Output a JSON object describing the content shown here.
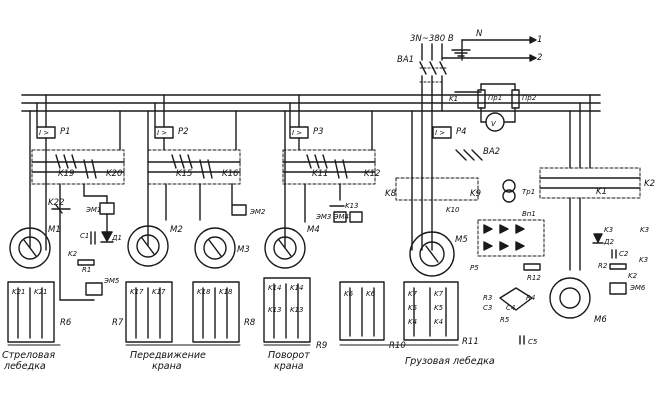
{
  "supply": {
    "voltage": "3N~380 В",
    "neutral": "N",
    "out1": "1",
    "out2": "2",
    "breaker": "ВА1"
  },
  "main_panel": {
    "fuse1": "Пр1",
    "fuse2": "Пр2",
    "meter": "V",
    "breaker2": "ВА2"
  },
  "relays": {
    "p1": "P1",
    "p2": "P2",
    "p3": "P3",
    "p4": "P4",
    "symbol": "I >"
  },
  "sections": [
    {
      "caption_line1": "Стреловая",
      "caption_line2": "лебедка",
      "contactor_a": "K19",
      "contactor_b": "K20",
      "aux_a": "K22",
      "aux_b": "K21",
      "aux_c": "K21",
      "motor": "M1",
      "brake": "ЭМ5",
      "resistor_bank": "R6",
      "c1": "C1",
      "d1": "Д1",
      "r1": "R1",
      "k2": "K2",
      "magnet": "ЭМ1"
    },
    {
      "caption_line1": "Передвижение",
      "caption_line2": "крана",
      "contactor_a": "K15",
      "contactor_b": "K16",
      "motor_a": "M2",
      "motor_b": "M3",
      "magnet": "ЭМ2",
      "bank_a_k1": "K17",
      "bank_a_k2": "K17",
      "bank_b_k1": "K18",
      "bank_b_k2": "K18",
      "resistor_a": "R7",
      "resistor_b": "R8"
    },
    {
      "caption_line1": "Поворот",
      "caption_line2": "крана",
      "contactor_a": "K11",
      "contactor_b": "K12",
      "aux_a": "K13",
      "motor": "M4",
      "magnets": "ЭМ3 ЭМ4",
      "bank_k1": "K14",
      "bank_k2": "K14",
      "bank_k3": "K13",
      "bank_k4": "K13",
      "resistor": "R9"
    },
    {
      "caption_line1": "Грузовая лебедка",
      "contactor_a": "K8",
      "contactor_b": "K9",
      "aux_a": "K10",
      "motor": "M5",
      "transformer": "Тр1",
      "rectifier": "Вп1",
      "r5": "P5",
      "r12": "R12",
      "bank_k6a": "K6",
      "bank_k6b": "K6",
      "bank_k7a": "K7",
      "bank_k7b": "K7",
      "bank_k5a": "K5",
      "bank_k5b": "K5",
      "bank_k4a": "K4",
      "bank_k4b": "K4",
      "resistor_a": "R10",
      "resistor_b": "R11"
    },
    {
      "contactor_a": "K1",
      "contactor_b": "K2",
      "k3a": "K3",
      "k3b": "K3",
      "d2": "Д2",
      "c2": "C2",
      "r2": "R2",
      "k2": "K2",
      "magnet": "ЭМ6",
      "motor": "M6",
      "r3": "R3",
      "r4": "R4",
      "r5": "R5",
      "c3": "C3",
      "c4": "C4",
      "c5": "C5"
    }
  ]
}
